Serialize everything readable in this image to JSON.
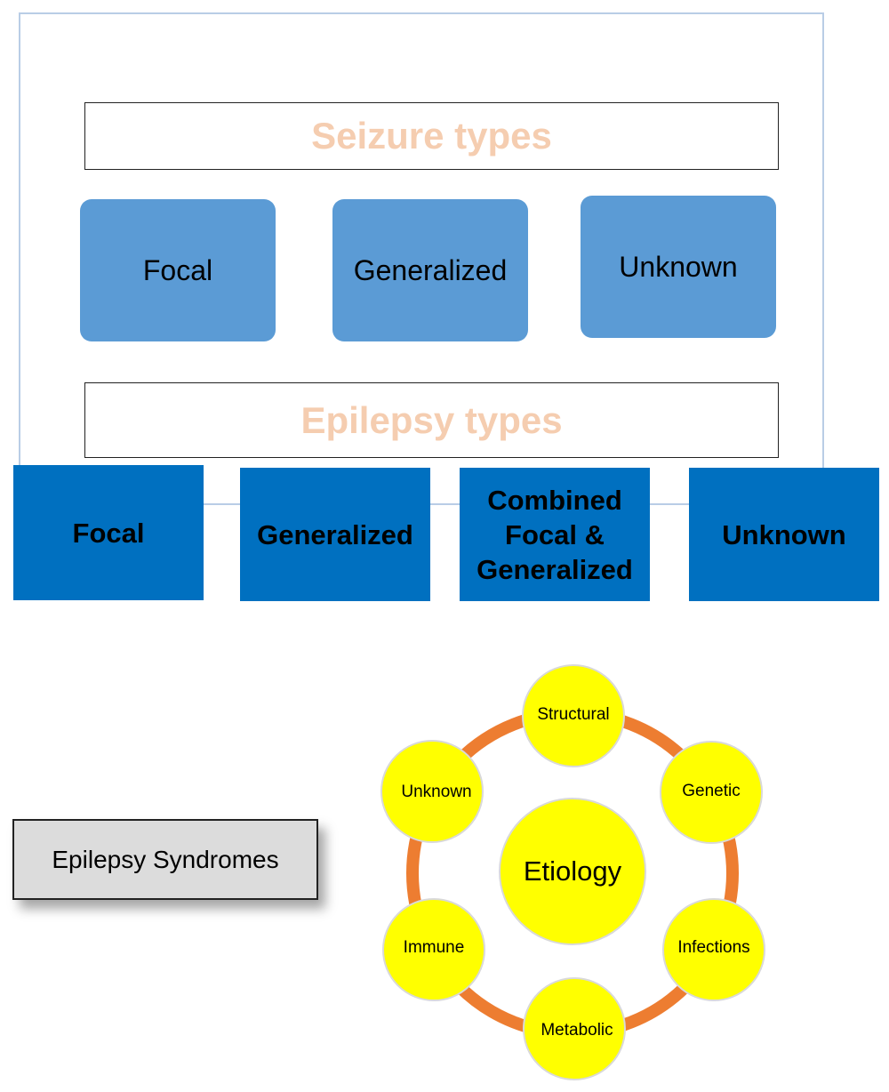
{
  "seizure_section": {
    "title": "Seizure types",
    "types": [
      "Focal",
      "Generalized",
      "Unknown"
    ]
  },
  "epilepsy_section": {
    "title": "Epilepsy types",
    "types": [
      "Focal",
      "Generalized",
      "Combined Focal & Generalized",
      "Unknown"
    ]
  },
  "syndromes": {
    "label": "Epilepsy Syndromes"
  },
  "etiology": {
    "center": "Etiology",
    "causes": [
      "Structural",
      "Genetic",
      "Infections",
      "Metabolic",
      "Immune",
      "Unknown"
    ]
  },
  "colors": {
    "header_text": "#f5cdb0",
    "seizure_box": "#5b9bd5",
    "epilepsy_box": "#0070c0",
    "ring": "#ed7d31",
    "circle_fill": "#ffff00",
    "syndromes_box": "#dcdcdc"
  }
}
